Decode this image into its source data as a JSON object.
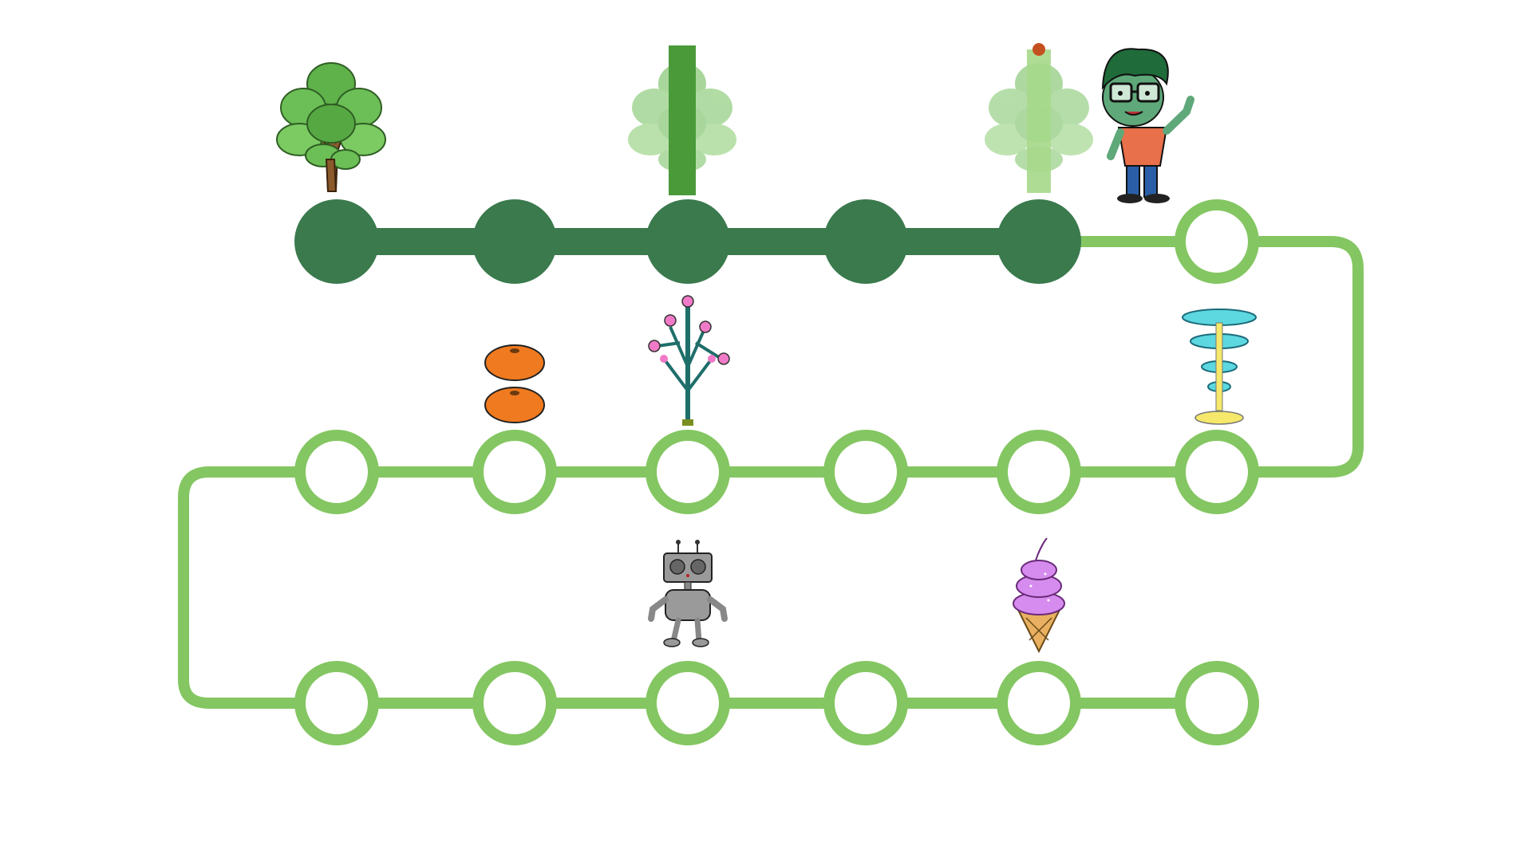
{
  "game": {
    "path": {
      "rows": 4,
      "nodes_per_row": 6,
      "order": "serpentine",
      "completed_nodes": 5,
      "total_nodes": 24
    },
    "colors": {
      "completed": "#3a7a4d",
      "upcoming": "#84c662",
      "background": "#ffffff"
    },
    "items": [
      {
        "name": "tree-icon",
        "node": 1,
        "row": 1,
        "state": "full"
      },
      {
        "name": "tree-icon",
        "node": 3,
        "row": 1,
        "state": "half-shaded",
        "overlay": "dark-green-bar"
      },
      {
        "name": "tree-icon",
        "node": 5,
        "row": 1,
        "state": "ghosted",
        "overlay": "light-green-bar-with-orange-dot"
      },
      {
        "name": "player-character-icon",
        "node": 6,
        "row": 1,
        "state": "current"
      },
      {
        "name": "tangerines-icon",
        "node": 2,
        "row": 2
      },
      {
        "name": "blossom-sapling-icon",
        "node": 3,
        "row": 2
      },
      {
        "name": "tiered-fountain-icon",
        "node": 6,
        "row": 2
      },
      {
        "name": "robot-icon",
        "node": 3,
        "row": 3
      },
      {
        "name": "ice-cream-icon",
        "node": 5,
        "row": 3
      }
    ]
  }
}
